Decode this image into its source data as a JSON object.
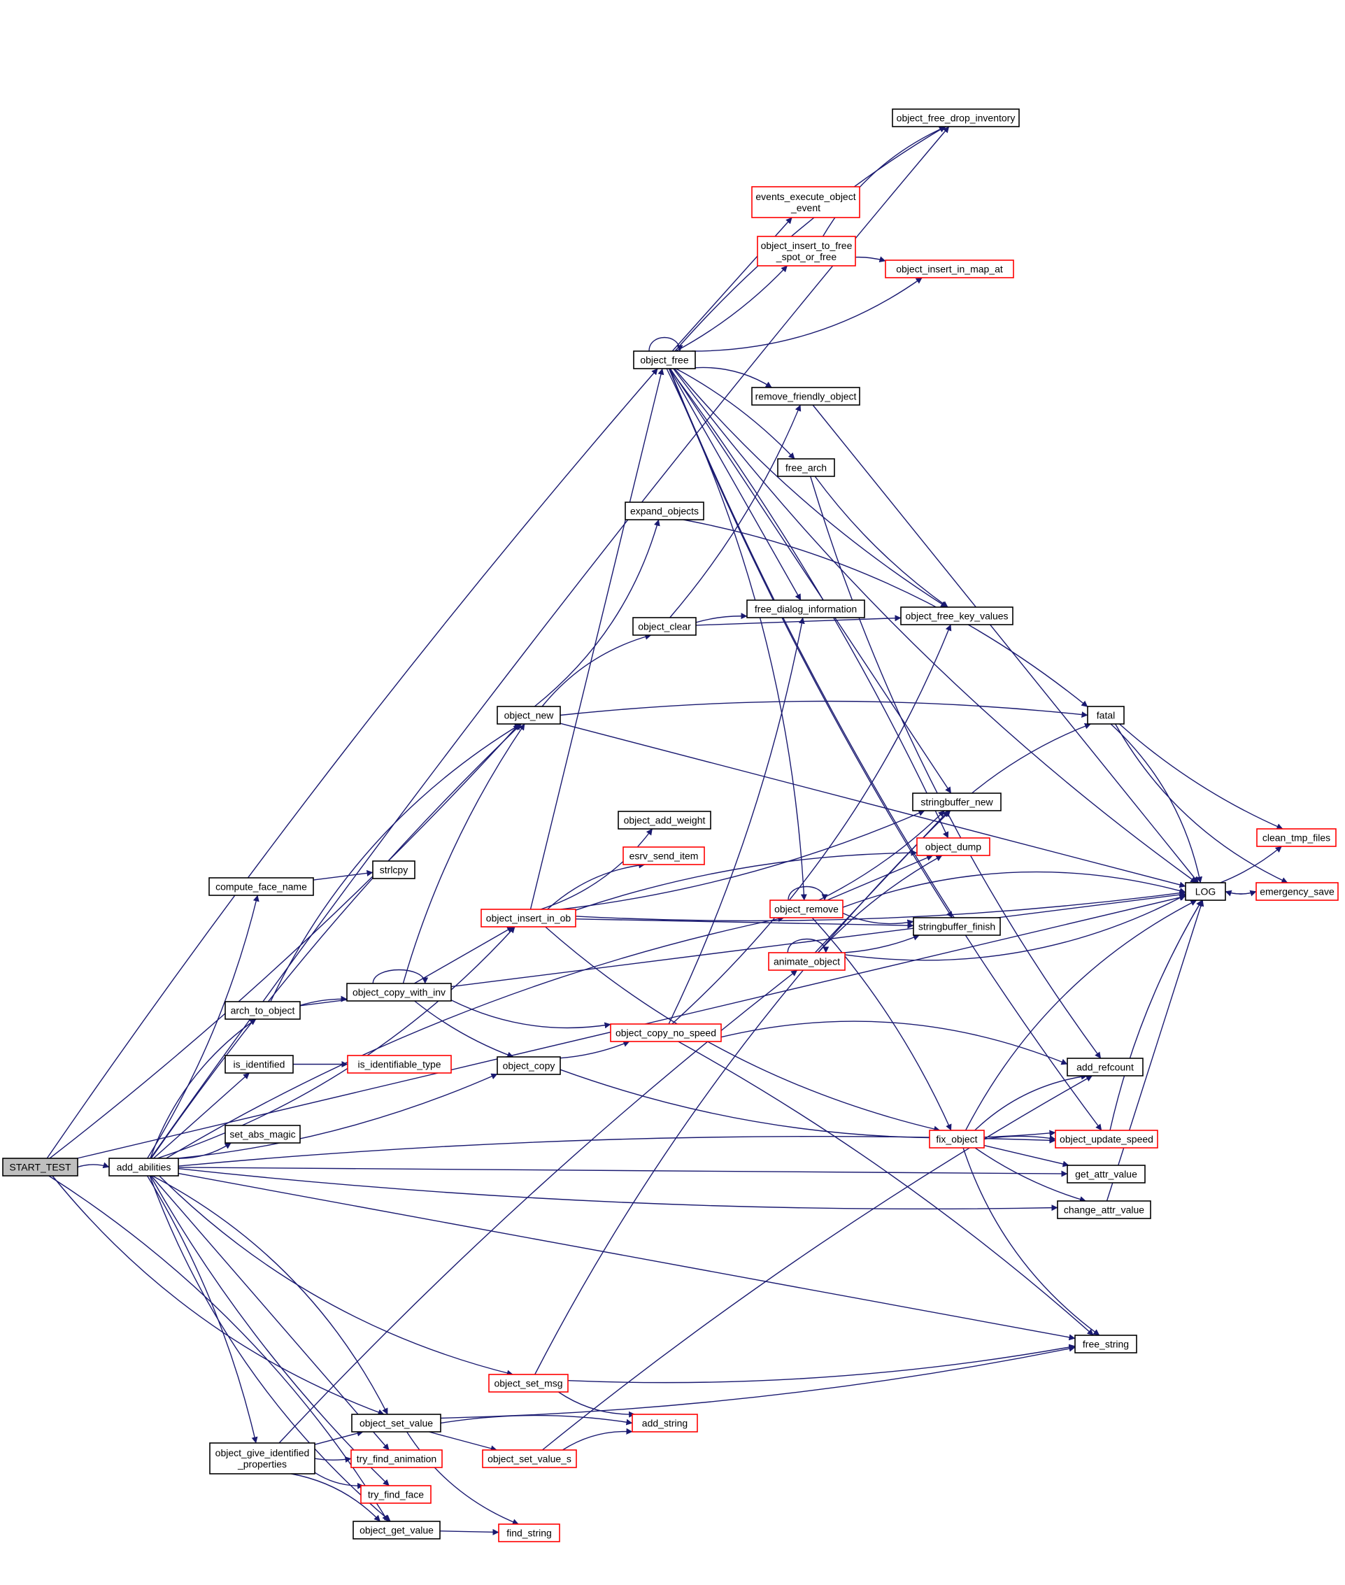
{
  "colors": {
    "edge": "#191970",
    "normal_border": "#000000",
    "truncated_border": "#ff0000",
    "root_fill": "#bfbfbf",
    "background": "#ffffff"
  },
  "nodes": [
    {
      "id": "start_test",
      "label": "START_TEST",
      "style": "root"
    },
    {
      "id": "add_abilities",
      "label": "add_abilities",
      "style": "normal"
    },
    {
      "id": "object_free_drop_inventory",
      "label": "object_free_drop_inventory",
      "style": "normal"
    },
    {
      "id": "events_execute_object_event",
      "label": "events_execute_object\n_event",
      "style": "truncated"
    },
    {
      "id": "object_insert_to_free_spot_or_free",
      "label": "object_insert_to_free\n_spot_or_free",
      "style": "truncated"
    },
    {
      "id": "object_insert_in_map_at",
      "label": "object_insert_in_map_at",
      "style": "truncated"
    },
    {
      "id": "object_free",
      "label": "object_free",
      "style": "normal"
    },
    {
      "id": "remove_friendly_object",
      "label": "remove_friendly_object",
      "style": "normal"
    },
    {
      "id": "free_arch",
      "label": "free_arch",
      "style": "normal"
    },
    {
      "id": "expand_objects",
      "label": "expand_objects",
      "style": "normal"
    },
    {
      "id": "free_dialog_information",
      "label": "free_dialog_information",
      "style": "normal"
    },
    {
      "id": "object_clear",
      "label": "object_clear",
      "style": "normal"
    },
    {
      "id": "object_free_key_values",
      "label": "object_free_key_values",
      "style": "normal"
    },
    {
      "id": "object_new",
      "label": "object_new",
      "style": "normal"
    },
    {
      "id": "fatal",
      "label": "fatal",
      "style": "normal"
    },
    {
      "id": "stringbuffer_new",
      "label": "stringbuffer_new",
      "style": "normal"
    },
    {
      "id": "object_add_weight",
      "label": "object_add_weight",
      "style": "normal"
    },
    {
      "id": "clean_tmp_files",
      "label": "clean_tmp_files",
      "style": "truncated"
    },
    {
      "id": "object_dump",
      "label": "object_dump",
      "style": "truncated"
    },
    {
      "id": "esrv_send_item",
      "label": "esrv_send_item",
      "style": "truncated"
    },
    {
      "id": "strlcpy",
      "label": "strlcpy",
      "style": "normal"
    },
    {
      "id": "compute_face_name",
      "label": "compute_face_name",
      "style": "normal"
    },
    {
      "id": "log",
      "label": "LOG",
      "style": "normal"
    },
    {
      "id": "emergency_save",
      "label": "emergency_save",
      "style": "truncated"
    },
    {
      "id": "object_remove",
      "label": "object_remove",
      "style": "truncated"
    },
    {
      "id": "object_insert_in_ob",
      "label": "object_insert_in_ob",
      "style": "truncated"
    },
    {
      "id": "stringbuffer_finish",
      "label": "stringbuffer_finish",
      "style": "normal"
    },
    {
      "id": "animate_object",
      "label": "animate_object",
      "style": "truncated"
    },
    {
      "id": "object_copy_with_inv",
      "label": "object_copy_with_inv",
      "style": "normal"
    },
    {
      "id": "arch_to_object",
      "label": "arch_to_object",
      "style": "normal"
    },
    {
      "id": "object_copy_no_speed",
      "label": "object_copy_no_speed",
      "style": "truncated"
    },
    {
      "id": "is_identified",
      "label": "is_identified",
      "style": "normal"
    },
    {
      "id": "is_identifiable_type",
      "label": "is_identifiable_type",
      "style": "truncated"
    },
    {
      "id": "object_copy",
      "label": "object_copy",
      "style": "normal"
    },
    {
      "id": "add_refcount",
      "label": "add_refcount",
      "style": "normal"
    },
    {
      "id": "set_abs_magic",
      "label": "set_abs_magic",
      "style": "normal"
    },
    {
      "id": "fix_object",
      "label": "fix_object",
      "style": "truncated"
    },
    {
      "id": "object_update_speed",
      "label": "object_update_speed",
      "style": "truncated"
    },
    {
      "id": "get_attr_value",
      "label": "get_attr_value",
      "style": "normal"
    },
    {
      "id": "change_attr_value",
      "label": "change_attr_value",
      "style": "normal"
    },
    {
      "id": "free_string",
      "label": "free_string",
      "style": "normal"
    },
    {
      "id": "object_set_msg",
      "label": "object_set_msg",
      "style": "truncated"
    },
    {
      "id": "object_set_value",
      "label": "object_set_value",
      "style": "normal"
    },
    {
      "id": "add_string",
      "label": "add_string",
      "style": "truncated"
    },
    {
      "id": "object_give_identified_properties",
      "label": "object_give_identified\n_properties",
      "style": "normal"
    },
    {
      "id": "try_find_animation",
      "label": "try_find_animation",
      "style": "truncated"
    },
    {
      "id": "object_set_value_s",
      "label": "object_set_value_s",
      "style": "truncated"
    },
    {
      "id": "try_find_face",
      "label": "try_find_face",
      "style": "truncated"
    },
    {
      "id": "object_get_value",
      "label": "object_get_value",
      "style": "normal"
    },
    {
      "id": "find_string",
      "label": "find_string",
      "style": "truncated"
    }
  ],
  "edges": [
    [
      "start_test",
      "add_abilities"
    ],
    [
      "start_test",
      "object_free"
    ],
    [
      "start_test",
      "log"
    ],
    [
      "start_test",
      "object_new"
    ],
    [
      "start_test",
      "object_set_value"
    ],
    [
      "start_test",
      "object_get_value"
    ],
    [
      "add_abilities",
      "object_free_drop_inventory"
    ],
    [
      "add_abilities",
      "free_string"
    ],
    [
      "add_abilities",
      "compute_face_name"
    ],
    [
      "add_abilities",
      "object_insert_in_ob"
    ],
    [
      "add_abilities",
      "arch_to_object"
    ],
    [
      "add_abilities",
      "object_new"
    ],
    [
      "add_abilities",
      "is_identified"
    ],
    [
      "add_abilities",
      "object_copy"
    ],
    [
      "add_abilities",
      "set_abs_magic"
    ],
    [
      "add_abilities",
      "object_remove"
    ],
    [
      "add_abilities",
      "object_update_speed"
    ],
    [
      "add_abilities",
      "get_attr_value"
    ],
    [
      "add_abilities",
      "change_attr_value"
    ],
    [
      "add_abilities",
      "object_set_msg"
    ],
    [
      "add_abilities",
      "object_set_value"
    ],
    [
      "add_abilities",
      "object_give_identified_properties"
    ],
    [
      "add_abilities",
      "try_find_animation"
    ],
    [
      "add_abilities",
      "try_find_face"
    ],
    [
      "add_abilities",
      "object_get_value"
    ],
    [
      "object_free",
      "object_free"
    ],
    [
      "object_free",
      "object_free_drop_inventory"
    ],
    [
      "object_free",
      "events_execute_object_event"
    ],
    [
      "object_free",
      "object_insert_to_free_spot_or_free"
    ],
    [
      "object_free",
      "object_insert_in_map_at"
    ],
    [
      "object_free",
      "remove_friendly_object"
    ],
    [
      "object_free",
      "free_arch"
    ],
    [
      "object_free",
      "free_dialog_information"
    ],
    [
      "object_free",
      "object_free_key_values"
    ],
    [
      "object_free",
      "log"
    ],
    [
      "object_free",
      "object_remove"
    ],
    [
      "object_free",
      "object_dump"
    ],
    [
      "object_free",
      "stringbuffer_new"
    ],
    [
      "object_free",
      "stringbuffer_finish"
    ],
    [
      "object_free",
      "object_update_speed"
    ],
    [
      "object_insert_to_free_spot_or_free",
      "object_free_drop_inventory"
    ],
    [
      "object_insert_to_free_spot_or_free",
      "object_insert_in_map_at"
    ],
    [
      "remove_friendly_object",
      "log"
    ],
    [
      "free_arch",
      "object_free_key_values"
    ],
    [
      "free_arch",
      "add_refcount"
    ],
    [
      "expand_objects",
      "fatal"
    ],
    [
      "object_clear",
      "free_dialog_information"
    ],
    [
      "object_clear",
      "object_free_key_values"
    ],
    [
      "object_clear",
      "remove_friendly_object"
    ],
    [
      "object_new",
      "expand_objects"
    ],
    [
      "object_new",
      "object_clear"
    ],
    [
      "object_new",
      "fatal"
    ],
    [
      "object_new",
      "log"
    ],
    [
      "fatal",
      "clean_tmp_files"
    ],
    [
      "fatal",
      "emergency_save"
    ],
    [
      "fatal",
      "log"
    ],
    [
      "stringbuffer_new",
      "fatal"
    ],
    [
      "compute_face_name",
      "strlcpy"
    ],
    [
      "log",
      "clean_tmp_files"
    ],
    [
      "log",
      "emergency_save"
    ],
    [
      "emergency_save",
      "log"
    ],
    [
      "object_remove",
      "object_remove"
    ],
    [
      "object_remove",
      "object_dump"
    ],
    [
      "object_remove",
      "stringbuffer_new"
    ],
    [
      "object_remove",
      "stringbuffer_finish"
    ],
    [
      "object_remove",
      "log"
    ],
    [
      "object_remove",
      "fix_object"
    ],
    [
      "object_insert_in_ob",
      "object_free"
    ],
    [
      "object_insert_in_ob",
      "stringbuffer_new"
    ],
    [
      "object_insert_in_ob",
      "object_add_weight"
    ],
    [
      "object_insert_in_ob",
      "esrv_send_item"
    ],
    [
      "object_insert_in_ob",
      "object_dump"
    ],
    [
      "object_insert_in_ob",
      "stringbuffer_finish"
    ],
    [
      "object_insert_in_ob",
      "log"
    ],
    [
      "object_insert_in_ob",
      "fix_object"
    ],
    [
      "animate_object",
      "animate_object"
    ],
    [
      "animate_object",
      "object_dump"
    ],
    [
      "animate_object",
      "stringbuffer_new"
    ],
    [
      "animate_object",
      "stringbuffer_finish"
    ],
    [
      "animate_object",
      "log"
    ],
    [
      "object_copy_with_inv",
      "object_copy_with_inv"
    ],
    [
      "object_copy_with_inv",
      "object_new"
    ],
    [
      "object_copy_with_inv",
      "object_insert_in_ob"
    ],
    [
      "object_copy_with_inv",
      "object_copy"
    ],
    [
      "object_copy_with_inv",
      "object_copy_no_speed"
    ],
    [
      "arch_to_object",
      "object_new"
    ],
    [
      "arch_to_object",
      "object_copy_with_inv"
    ],
    [
      "arch_to_object",
      "log"
    ],
    [
      "object_copy_no_speed",
      "free_dialog_information"
    ],
    [
      "object_copy_no_speed",
      "object_free_key_values"
    ],
    [
      "object_copy_no_speed",
      "add_refcount"
    ],
    [
      "object_copy_no_speed",
      "free_string"
    ],
    [
      "is_identified",
      "is_identifiable_type"
    ],
    [
      "object_copy",
      "object_copy_no_speed"
    ],
    [
      "object_copy",
      "object_update_speed"
    ],
    [
      "fix_object",
      "add_refcount"
    ],
    [
      "fix_object",
      "object_update_speed"
    ],
    [
      "fix_object",
      "get_attr_value"
    ],
    [
      "fix_object",
      "change_attr_value"
    ],
    [
      "fix_object",
      "free_string"
    ],
    [
      "fix_object",
      "log"
    ],
    [
      "object_update_speed",
      "log"
    ],
    [
      "change_attr_value",
      "log"
    ],
    [
      "object_set_msg",
      "free_string"
    ],
    [
      "object_set_msg",
      "add_string"
    ],
    [
      "object_set_msg",
      "stringbuffer_new"
    ],
    [
      "object_set_value",
      "add_string"
    ],
    [
      "object_set_value",
      "object_set_value_s"
    ],
    [
      "object_set_value",
      "free_string"
    ],
    [
      "object_set_value",
      "find_string"
    ],
    [
      "object_set_value_s",
      "add_string"
    ],
    [
      "object_set_value_s",
      "add_refcount"
    ],
    [
      "object_give_identified_properties",
      "object_set_value"
    ],
    [
      "object_give_identified_properties",
      "try_find_animation"
    ],
    [
      "object_give_identified_properties",
      "try_find_face"
    ],
    [
      "object_give_identified_properties",
      "object_get_value"
    ],
    [
      "object_give_identified_properties",
      "animate_object"
    ],
    [
      "object_get_value",
      "find_string"
    ]
  ]
}
